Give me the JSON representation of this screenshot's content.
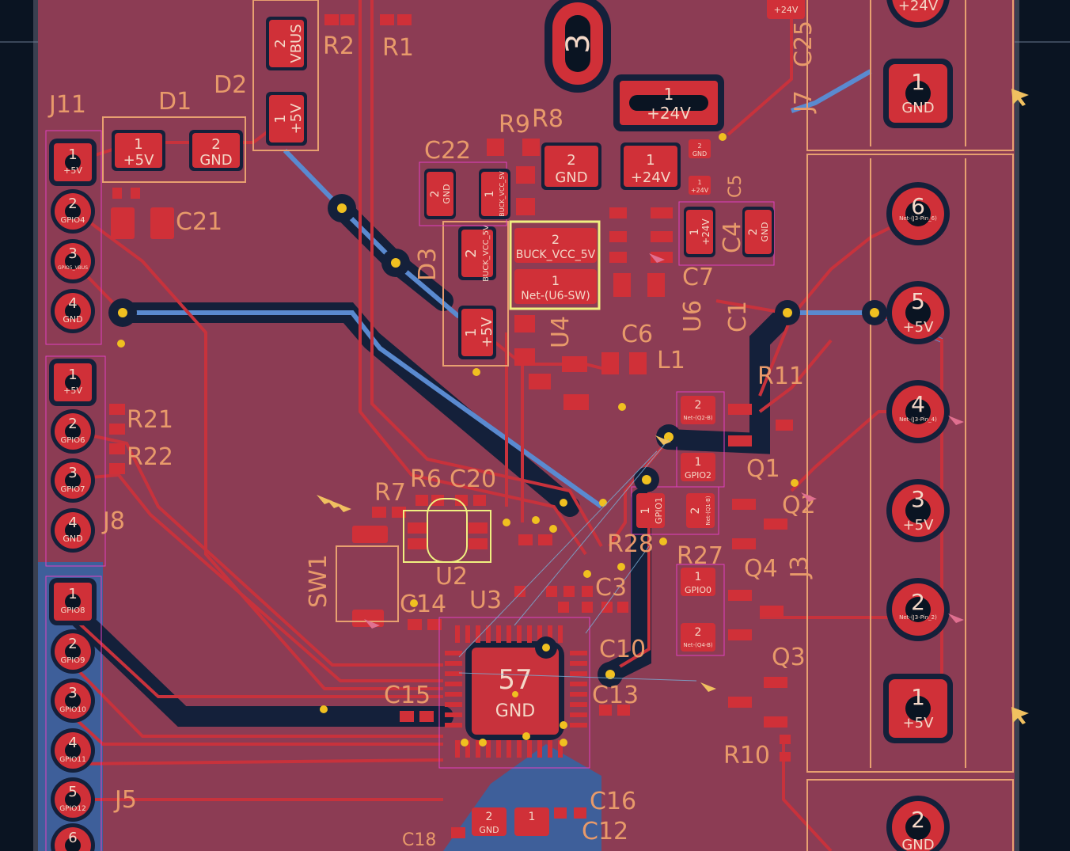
{
  "app": {
    "view": "PCB Editor",
    "colors": {
      "background": "#0a1422",
      "front_copper": "#c8323c",
      "back_copper": "#4a78b8",
      "copper_pour_front": "#8c3c54",
      "silk": "#e8a070",
      "pad": "#d03038",
      "pad_text": "#f4d8c8",
      "courtyard": "#e040c0",
      "fab": "#f0f080",
      "via": "#f0c020",
      "ref_text": "#e89a6a"
    }
  },
  "refs": {
    "J11": "J11",
    "D1": "D1",
    "D2": "D2",
    "R2": "R2",
    "R1": "R1",
    "R8": "R8",
    "R9": "R9",
    "C22": "C22",
    "C21": "C21",
    "C25": "C25",
    "C5": "C5",
    "C4": "C4",
    "C7": "C7",
    "C6": "C6",
    "C1": "C1",
    "U6": "U6",
    "U4": "U4",
    "D3": "D3",
    "L1": "L1",
    "R11": "R11",
    "Q1": "Q1",
    "Q2": "Q2",
    "J3": "J3",
    "Q4": "Q4",
    "R27": "R27",
    "R28": "R28",
    "Q3": "Q3",
    "R10": "R10",
    "C10": "C10",
    "C13": "C13",
    "C3": "C3",
    "C14": "C14",
    "U2": "U2",
    "U3": "U3",
    "SW1": "SW1",
    "R7": "R7",
    "R6": "R6",
    "C20": "C20",
    "R21": "R21",
    "R22": "R22",
    "J8": "J8",
    "J5": "J5",
    "C15": "C15",
    "C16": "C16",
    "C12": "C12",
    "C18": "C18",
    "J7": "J7"
  },
  "pads": {
    "j11": [
      {
        "num": "1",
        "net": "+5V"
      },
      {
        "num": "2",
        "net": "GPIO4"
      },
      {
        "num": "3",
        "net": "GPIO5_VBUS"
      },
      {
        "num": "4",
        "net": "GND"
      }
    ],
    "j8": [
      {
        "num": "1",
        "net": "+5V"
      },
      {
        "num": "2",
        "net": "GPIO6"
      },
      {
        "num": "3",
        "net": "GPIO7"
      },
      {
        "num": "4",
        "net": "GND"
      }
    ],
    "j5": [
      {
        "num": "1",
        "net": "GPIO8"
      },
      {
        "num": "2",
        "net": "GPIO9"
      },
      {
        "num": "3",
        "net": "GPIO10"
      },
      {
        "num": "4",
        "net": "GPIO11"
      },
      {
        "num": "5",
        "net": "GPIO12"
      },
      {
        "num": "6",
        "net": ""
      }
    ],
    "j3": [
      {
        "num": "6",
        "net": "Net-(J3-Pin_6)"
      },
      {
        "num": "5",
        "net": "+5V"
      },
      {
        "num": "4",
        "net": "Net-(J3-Pin_4)"
      },
      {
        "num": "3",
        "net": "+5V"
      },
      {
        "num": "2",
        "net": "Net-(J3-Pin_2)"
      },
      {
        "num": "1",
        "net": "+5V"
      }
    ],
    "j7_top": {
      "num": "",
      "net": "+24V"
    },
    "j7_gnd": {
      "num": "1",
      "net": "GND"
    },
    "j_bottom": {
      "num": "2",
      "net": "GND"
    },
    "d1": [
      {
        "num": "1",
        "net": "+5V"
      },
      {
        "num": "2",
        "net": "GND"
      }
    ],
    "d2": [
      {
        "num": "2",
        "net": "VBUS"
      },
      {
        "num": "1",
        "net": "+5V"
      }
    ],
    "d3": [
      {
        "num": "2",
        "net": "BUCK_VCC_5V"
      },
      {
        "num": "1",
        "net": "+5V"
      }
    ],
    "c22": [
      {
        "num": "2",
        "net": "GND"
      },
      {
        "num": "1",
        "net": "BUCK_VCC_5V"
      }
    ],
    "r8_pads": [
      {
        "num": "2",
        "net": "GND"
      },
      {
        "num": "1",
        "net": "+24V"
      }
    ],
    "mount": {
      "num": "3",
      "net": ""
    },
    "fuse": {
      "num": "1",
      "net": "+24V"
    },
    "l1": [
      {
        "num": "2",
        "net": "BUCK_VCC_5V"
      },
      {
        "num": "1",
        "net": "Net-(U6-SW)"
      }
    ],
    "c4": [
      {
        "num": "1",
        "net": "+24V"
      },
      {
        "num": "2",
        "net": "GND"
      }
    ],
    "c25": {
      "num": "",
      "net": "+24V"
    },
    "c5": [
      {
        "num": "2",
        "net": "GND"
      },
      {
        "num": "1",
        "net": "+24V"
      }
    ],
    "q2": [
      {
        "num": "2",
        "net": "Net-(Q2-B)"
      },
      {
        "num": "1",
        "net": "GPIO2"
      }
    ],
    "q1": [
      {
        "num": "2",
        "net": "Net-(Q1-B)"
      },
      {
        "num": "1",
        "net": "GPIO1"
      }
    ],
    "q4": [
      {
        "num": "1",
        "net": "GPIO0"
      },
      {
        "num": "2",
        "net": "Net-(Q4-B)"
      }
    ],
    "u3": {
      "num": "57",
      "net": "GND"
    },
    "c18_pads": [
      {
        "num": "2",
        "net": "GND"
      },
      {
        "num": "1",
        "net": ""
      }
    ]
  }
}
